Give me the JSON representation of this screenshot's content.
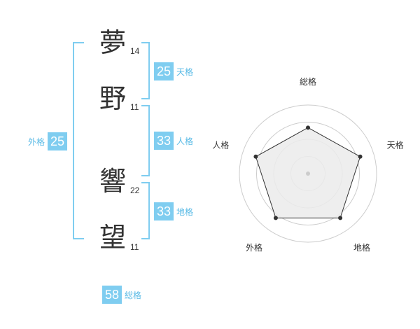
{
  "name": {
    "chars": [
      {
        "kanji": "夢",
        "strokes": "14"
      },
      {
        "kanji": "野",
        "strokes": "11"
      },
      {
        "kanji": "響",
        "strokes": "22"
      },
      {
        "kanji": "望",
        "strokes": "11"
      }
    ]
  },
  "fortune": {
    "tenkaku": {
      "value": "25",
      "label": "天格"
    },
    "jinkaku": {
      "value": "33",
      "label": "人格"
    },
    "chikaku": {
      "value": "33",
      "label": "地格"
    },
    "gaikaku": {
      "value": "25",
      "label": "外格"
    },
    "soukaku": {
      "value": "58",
      "label": "総格"
    }
  },
  "colors": {
    "accent": "#7fcdf0",
    "accent_text": "#5bbbe6",
    "text": "#333333",
    "radar_fill": "#ebebeb",
    "ring": "#cccccc"
  },
  "chart_data": {
    "type": "radar",
    "axes": [
      "総格",
      "天格",
      "地格",
      "外格",
      "人格"
    ],
    "values": [
      0.67,
      0.8,
      0.8,
      0.8,
      0.8
    ],
    "rings": 4,
    "grid": true
  }
}
